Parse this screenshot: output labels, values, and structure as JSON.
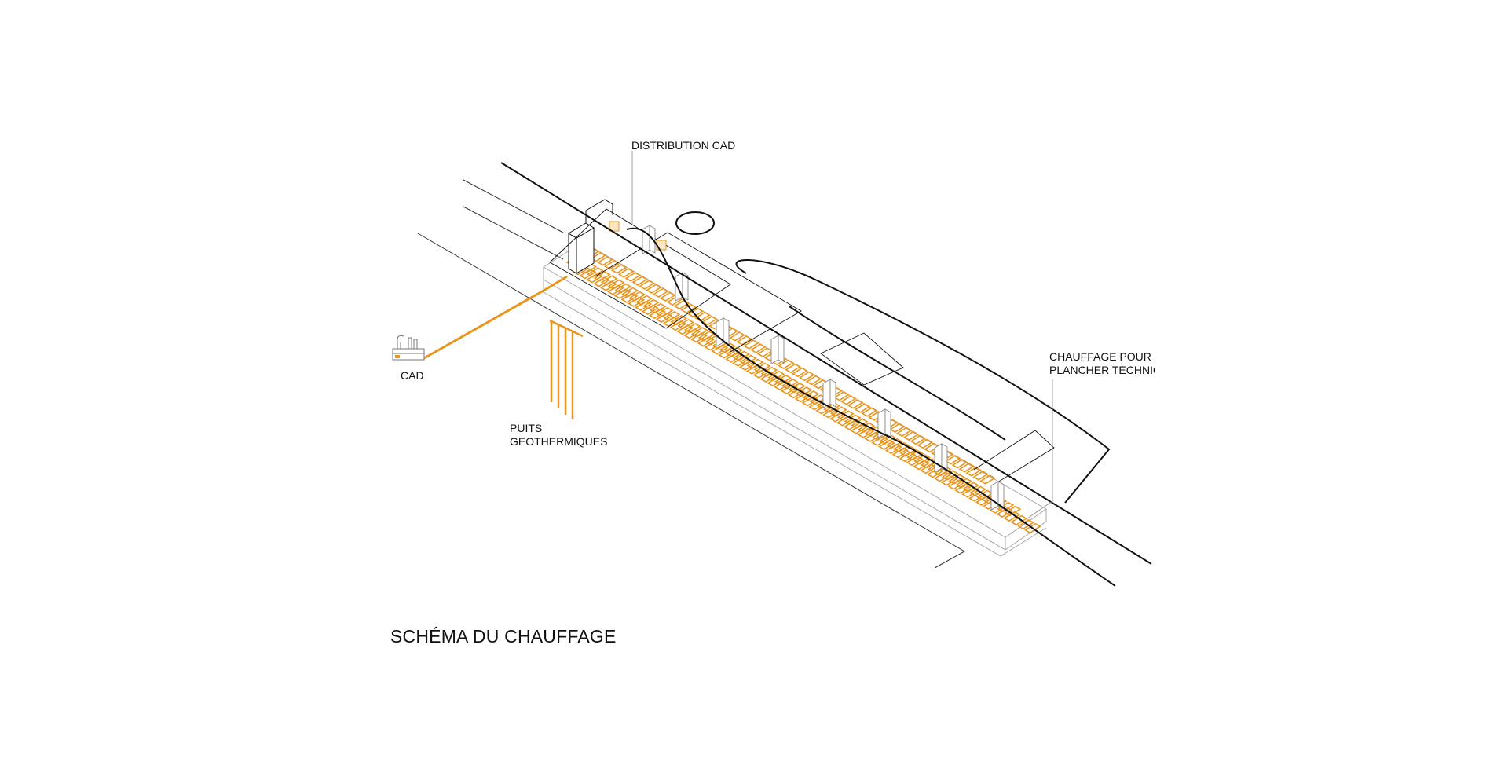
{
  "labels": {
    "distribution": "DISTRIBUTION CAD",
    "cad": "CAD",
    "puits_line1": "PUITS",
    "puits_line2": "GEOTHERMIQUES",
    "chauffage_line1": "CHAUFFAGE POUR",
    "chauffage_line2": "PLANCHER TECHNIQUE"
  },
  "title": "SCHÉMA DU CHAUFFAGE",
  "icons": {
    "plant": "district-heating-plant-icon"
  },
  "colors": {
    "heating": "#E8961E",
    "line": "#111111",
    "faint": "#9a9a9a",
    "leader": "#8a8a8a"
  }
}
